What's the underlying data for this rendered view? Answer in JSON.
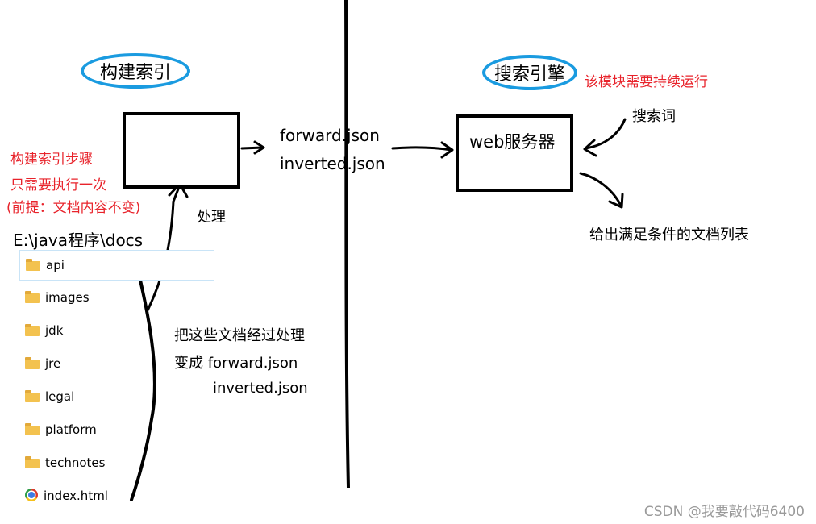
{
  "left_section": {
    "title": "构建索引",
    "notes": [
      "构建索引步骤",
      "只需要执行一次",
      "(前提：文档内容不变)"
    ],
    "process_label": "处理",
    "path": "E:\\java程序\\docs",
    "files": [
      {
        "name": "api",
        "icon": "folder-icon",
        "selected": true
      },
      {
        "name": "images",
        "icon": "folder-icon"
      },
      {
        "name": "jdk",
        "icon": "folder-icon"
      },
      {
        "name": "jre",
        "icon": "folder-icon"
      },
      {
        "name": "legal",
        "icon": "folder-icon"
      },
      {
        "name": "platform",
        "icon": "folder-icon"
      },
      {
        "name": "technotes",
        "icon": "folder-icon"
      },
      {
        "name": "index.html",
        "icon": "chrome-icon"
      }
    ],
    "explanation": [
      "把这些文档经过处理",
      "变成 forward.json",
      "inverted.json"
    ]
  },
  "middle": {
    "outputs": [
      "forward.json",
      "inverted.json"
    ]
  },
  "right_section": {
    "title": "搜索引擎",
    "note": "该模块需要持续运行",
    "server_label": "web服务器",
    "input_label": "搜索词",
    "output_label": "给出满足条件的文档列表"
  },
  "watermark": "CSDN @我要敲代码6400",
  "colors": {
    "ellipse_border": "#1a9be0",
    "note_red": "#e8232b",
    "folder_yellow": "#f3c24f"
  }
}
